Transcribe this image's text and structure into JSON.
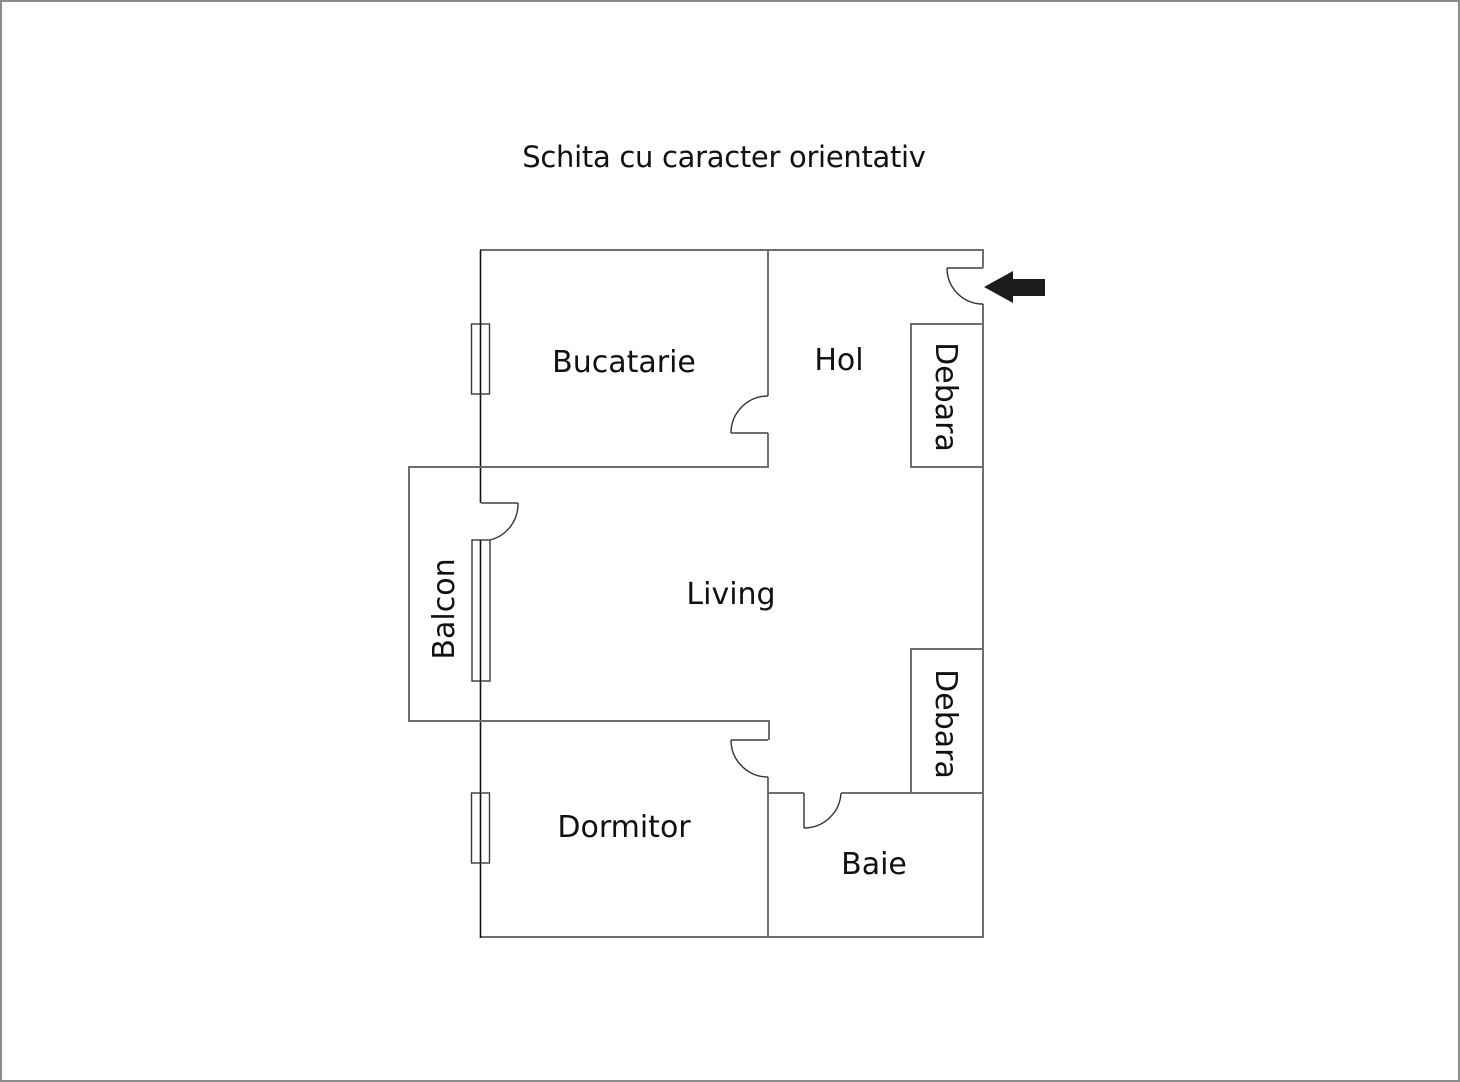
{
  "title": "Schita cu caracter orientativ",
  "plan": {
    "rooms": [
      {
        "id": "bucatarie",
        "label": "Bucatarie"
      },
      {
        "id": "hol",
        "label": "Hol"
      },
      {
        "id": "debara_top",
        "label": "Debara"
      },
      {
        "id": "living",
        "label": "Living"
      },
      {
        "id": "balcon",
        "label": "Balcon"
      },
      {
        "id": "debara_bottom",
        "label": "Debara"
      },
      {
        "id": "dormitor",
        "label": "Dormitor"
      },
      {
        "id": "baie",
        "label": "Baie"
      }
    ],
    "entrance_marker": "entrance-arrow-icon"
  },
  "colors": {
    "wall": "#6e6e6e",
    "exterior_wall": "#111111",
    "text": "#111111",
    "border": "#8c8c8c"
  }
}
